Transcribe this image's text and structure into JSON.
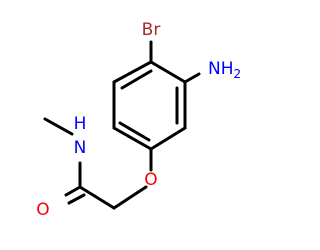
{
  "molecule": {
    "atoms": [
      {
        "id": "Br",
        "symbol": "Br",
        "color": "#a52a2a"
      },
      {
        "id": "N_amine",
        "symbol": "NH",
        "subscript": "2",
        "color": "#0000ff"
      },
      {
        "id": "N_amide",
        "symbol": "N",
        "hydrogen": "H",
        "color": "#0000ff"
      },
      {
        "id": "O_ether",
        "symbol": "O",
        "color": "#ff0000"
      },
      {
        "id": "O_carbonyl",
        "symbol": "O",
        "color": "#ff0000"
      }
    ],
    "bond_color": "#000000"
  }
}
